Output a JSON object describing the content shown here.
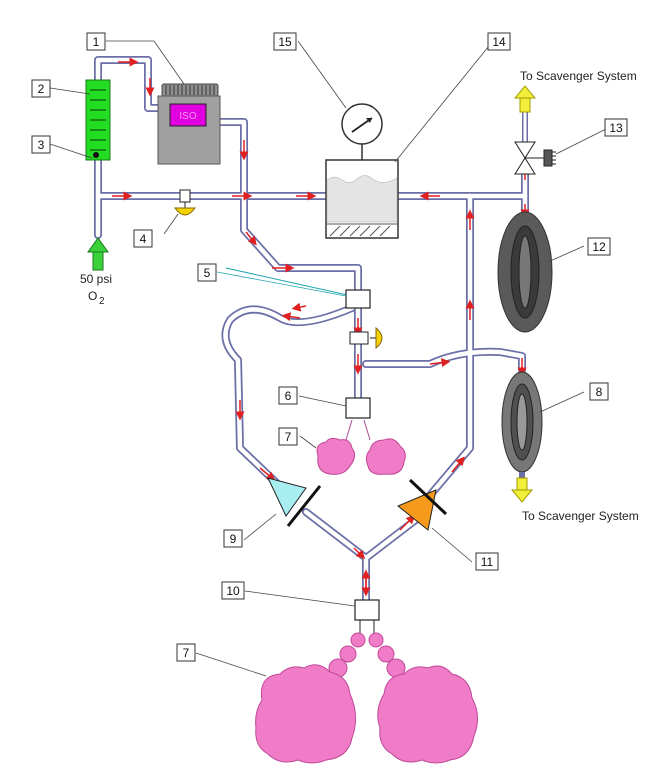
{
  "callouts": [
    "1",
    "2",
    "3",
    "4",
    "5",
    "6",
    "7",
    "7",
    "8",
    "9",
    "10",
    "11",
    "12",
    "13",
    "14",
    "15"
  ],
  "labels": {
    "scavenger_top": "To Scavenger System",
    "scavenger_bottom": "To Scavenger System",
    "supply_pressure": "50 psi",
    "supply_gas": "O",
    "supply_gas_sub": "2",
    "vaporizer_display": "ISO"
  },
  "colors": {
    "tube_outline": "#6b6fa8",
    "flow_arrow": "#e02020",
    "flowmeter": "#22dd22",
    "vaporizer_body": "#a0a0a0",
    "vaporizer_window": "#e000e0",
    "lung": "#f07cc8",
    "inspiratory_valve": "#a8eef0",
    "expiratory_valve": "#f59a1c",
    "supply_arrow": "#3ad13a",
    "scavenger_arrow": "#f2ef3a",
    "reservoir_bag": "#5a5a5a",
    "knob_yellow": "#f5d200"
  },
  "icons": {
    "pressure_gauge": "gauge-icon",
    "valve": "valve-icon"
  }
}
